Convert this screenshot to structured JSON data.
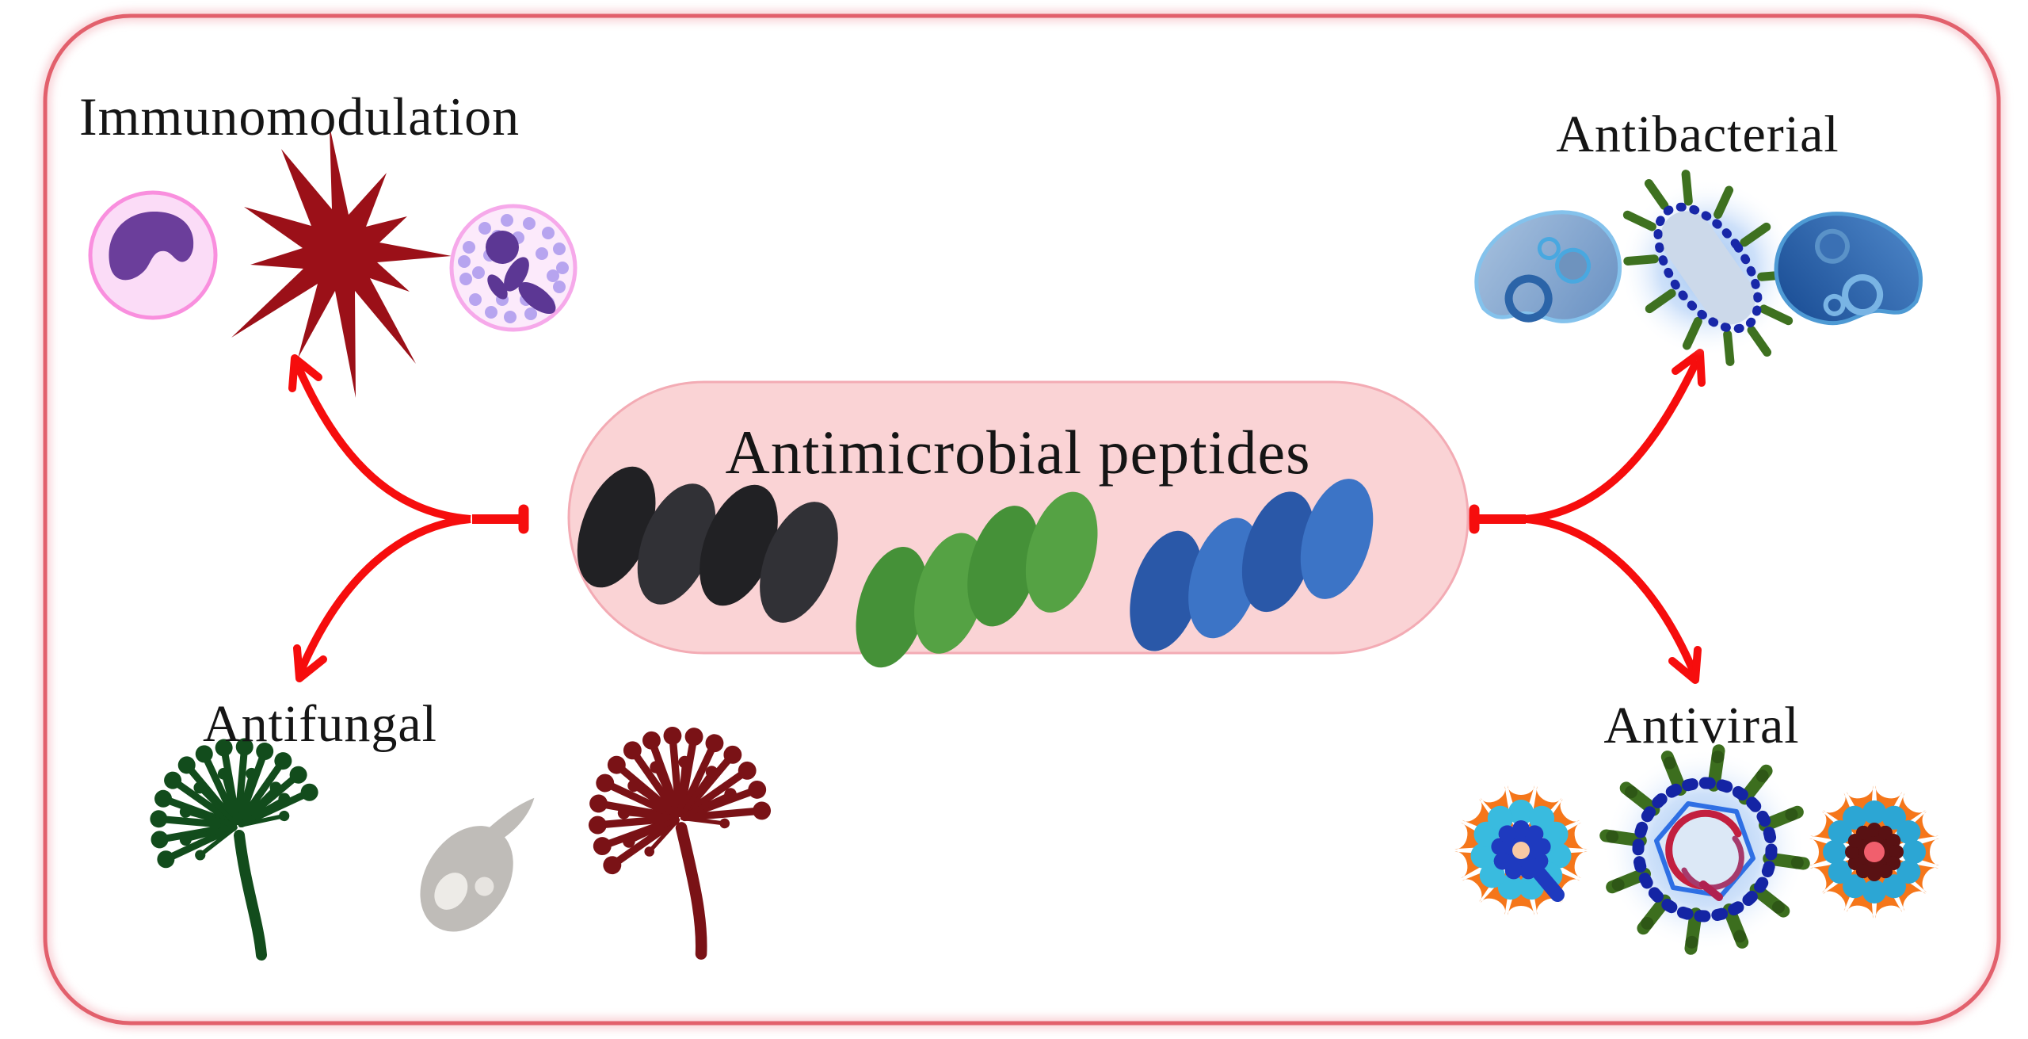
{
  "figure": {
    "title": "Antimicrobial peptides",
    "categories": [
      {
        "id": "immunomodulation",
        "label": "Immunomodulation",
        "icons": [
          "monocyte-icon",
          "dendritic-cell-icon",
          "neutrophil-icon"
        ]
      },
      {
        "id": "antibacterial",
        "label": "Antibacterial",
        "icons": [
          "bacterium-light-icon",
          "bacterium-lysed-icon",
          "bacterium-dark-icon"
        ]
      },
      {
        "id": "antifungal",
        "label": "Antifungal",
        "icons": [
          "aspergillus-green-icon",
          "yeast-cell-icon",
          "aspergillus-red-icon"
        ]
      },
      {
        "id": "antiviral",
        "label": "Antiviral",
        "icons": [
          "virus-spiked-icon",
          "virus-enveloped-lysed-icon",
          "virus-spiked-dark-core-icon"
        ]
      }
    ],
    "connections": [
      {
        "from": "antimicrobial-peptides",
        "to": "immunomodulation"
      },
      {
        "from": "antimicrobial-peptides",
        "to": "antibacterial"
      },
      {
        "from": "antimicrobial-peptides",
        "to": "antifungal"
      },
      {
        "from": "antimicrobial-peptides",
        "to": "antiviral"
      }
    ],
    "colors": {
      "frame_border": "#e2606c",
      "pill_fill": "#fad3d5",
      "pill_border": "#f3abb4",
      "arrow": "#f60d0d",
      "helix_black": "#28282b",
      "helix_green": "#54a143",
      "helix_blue": "#2f62b6",
      "text": "#151515"
    }
  }
}
